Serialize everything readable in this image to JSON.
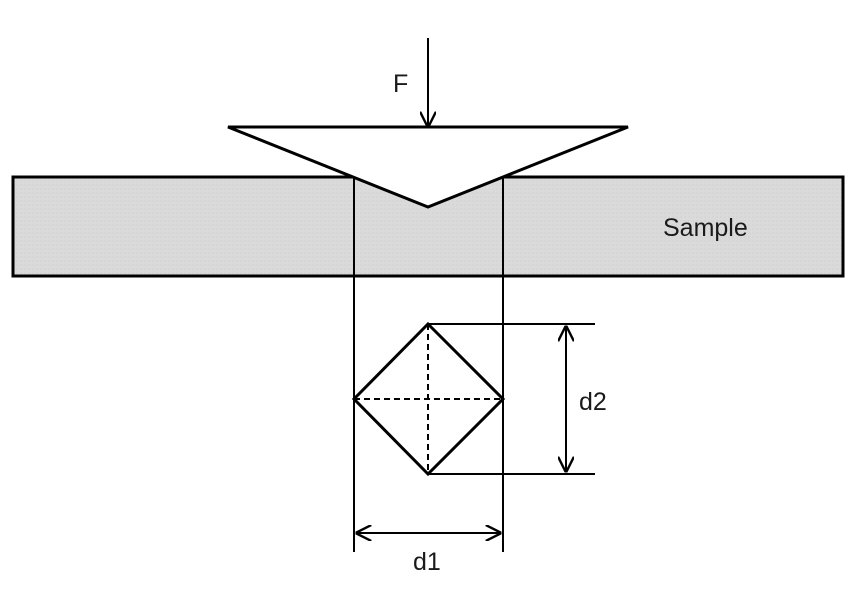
{
  "labels": {
    "force": "F",
    "sample": "Sample",
    "diagonal_1": "d1",
    "diagonal_2": "d2"
  },
  "colors": {
    "sample_fill": "#d9d9d9",
    "line": "#000000",
    "indenter_fill": "#ffffff",
    "text": "#1a1a1a"
  }
}
